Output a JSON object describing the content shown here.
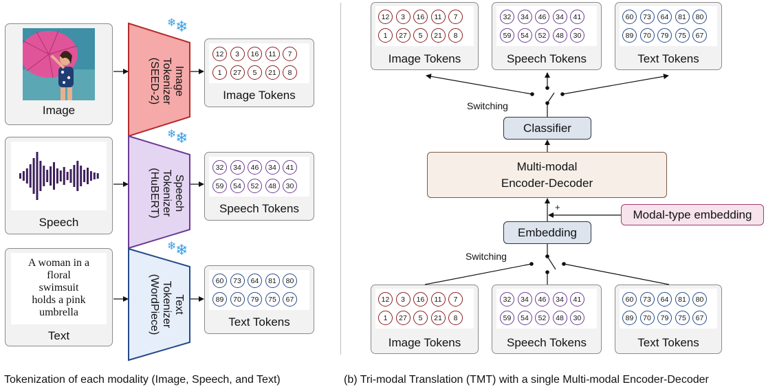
{
  "left": {
    "image_label": "Image",
    "speech_label": "Speech",
    "text_label": "Text",
    "text_sentence": [
      "A woman in a",
      "floral",
      "swimsuit",
      "holds a pink",
      "umbrella"
    ],
    "image_tokenizer": [
      "Image",
      "Tokenizer",
      "(SEED-2)"
    ],
    "speech_tokenizer": [
      "Speech",
      "Tokenizer",
      "(HuBERT)"
    ],
    "text_tokenizer": [
      "Text",
      "Tokenizer",
      "(WordPiece)"
    ],
    "image_tokens_caption": "Image Tokens",
    "speech_tokens_caption": "Speech Tokens",
    "text_tokens_caption": "Text Tokens"
  },
  "tokens": {
    "image": [
      [
        "12",
        "3",
        "16",
        "11",
        "7"
      ],
      [
        "1",
        "27",
        "5",
        "21",
        "8"
      ]
    ],
    "speech": [
      [
        "32",
        "34",
        "46",
        "34",
        "41"
      ],
      [
        "59",
        "54",
        "52",
        "48",
        "30"
      ]
    ],
    "text": [
      [
        "60",
        "73",
        "64",
        "81",
        "80"
      ],
      [
        "89",
        "70",
        "79",
        "75",
        "67"
      ]
    ]
  },
  "right": {
    "classifier": "Classifier",
    "encdec_line1": "Multi-modal",
    "encdec_line2": "Encoder-Decoder",
    "embedding": "Embedding",
    "modal_type": "Modal-type embedding",
    "switching_top": "Switching",
    "switching_bottom": "Switching",
    "plus": "+"
  },
  "captions": {
    "a": "Tokenization of each modality (Image, Speech, and Text)",
    "b": "(b) Tri-modal Translation (TMT) with a single Multi-modal Encoder-Decoder"
  },
  "colors": {
    "image_token": "#8c1c1c",
    "speech_token": "#6b3a93",
    "text_token": "#24498a",
    "image_tokenizer_fill": "#f5a9a9",
    "speech_tokenizer_fill": "#e4d5f2",
    "text_tokenizer_fill": "#e6eefa",
    "classifier_fill": "#dde4ee",
    "encdec_fill": "#f6eee7",
    "modal_type_fill": "#f6e3ec",
    "snowflake": "#3aa0e6"
  }
}
